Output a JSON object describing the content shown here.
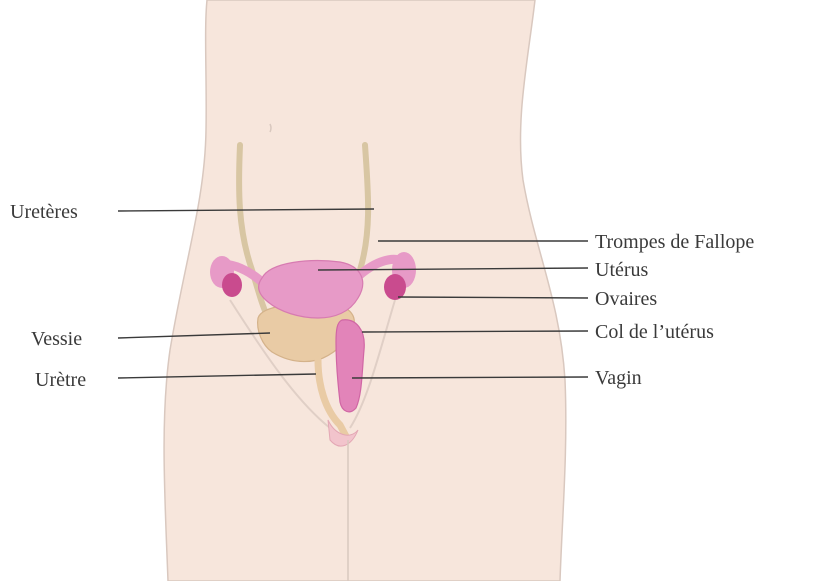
{
  "labels": {
    "ureteres": "Uretères",
    "vessie": "Vessie",
    "uretre": "Urètre",
    "trompes": "Trompes de Fallope",
    "uterus": "Utérus",
    "ovaires": "Ovaires",
    "col": "Col de l’utérus",
    "vagin": "Vagin"
  },
  "colors": {
    "skin": "#f7e6dc",
    "skin_outline": "#d9c8bf",
    "ureter": "#d8c6a3",
    "bladder": "#e9cba5",
    "uterus": "#e79ac7",
    "uterus_dark": "#d867a9",
    "ovary": "#c94b8e",
    "vagina": "#e284b9",
    "line": "#3a3a3a"
  }
}
